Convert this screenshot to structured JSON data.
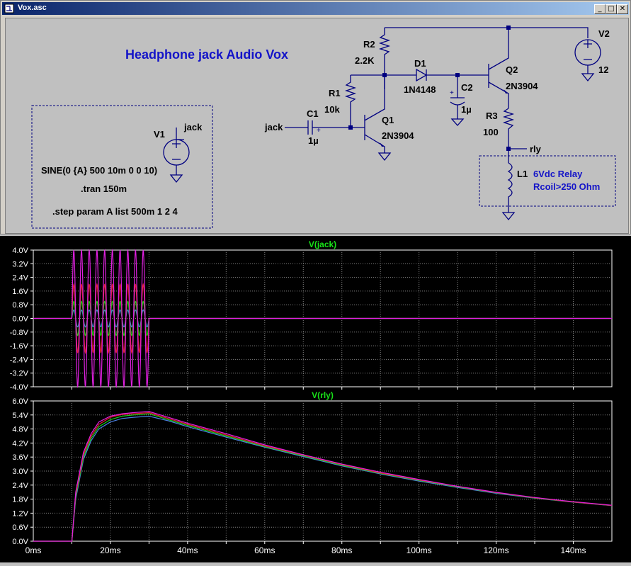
{
  "window": {
    "title": "Vox.asc",
    "minimize": "_",
    "restore": "□",
    "close": "✕"
  },
  "schematic": {
    "heading": "Headphone jack Audio Vox",
    "sim_box": {
      "source_ref": "V1",
      "source_net": "jack",
      "sine": "SINE(0 {A} 500 10m 0 0 10)",
      "tran": ".tran 150m",
      "step": ".step param A list 500m 1 2 4"
    },
    "components": {
      "r2": {
        "ref": "R2",
        "value": "2.2K"
      },
      "r1": {
        "ref": "R1",
        "value": "10k"
      },
      "c1": {
        "ref": "C1",
        "value": "1µ"
      },
      "q1": {
        "ref": "Q1",
        "value": "2N3904"
      },
      "d1": {
        "ref": "D1",
        "value": "1N4148"
      },
      "c2": {
        "ref": "C2",
        "value": "1µ"
      },
      "q2": {
        "ref": "Q2",
        "value": "2N3904"
      },
      "r3": {
        "ref": "R3",
        "value": "100"
      },
      "v2": {
        "ref": "V2",
        "value": "12"
      },
      "l1": {
        "ref": "L1",
        "note1": "6Vdc Relay",
        "note2": "Rcoil>250 Ohm"
      }
    },
    "net_labels": {
      "jack": "jack",
      "rly": "rly"
    }
  },
  "colors": {
    "series": [
      "#4a7fe0",
      "#18d018",
      "#e02030",
      "#e020e0"
    ],
    "trace_title": "#18e018",
    "schematic_wire": "#000080",
    "component": "#000080"
  },
  "chart_data": [
    {
      "type": "line",
      "title": "V(jack)",
      "ylim": [
        -4.0,
        4.0
      ],
      "y_ticks": [
        "4.0V",
        "3.2V",
        "2.4V",
        "1.6V",
        "0.8V",
        "0.0V",
        "-0.8V",
        "-1.6V",
        "-2.4V",
        "-3.2V",
        "-4.0V"
      ],
      "xlim_ms": [
        0,
        150
      ],
      "grid": true,
      "signal": {
        "start_ms": 10,
        "stop_ms": 30,
        "freq_hz": 500
      },
      "series": [
        {
          "amplitude": 0.5
        },
        {
          "amplitude": 1
        },
        {
          "amplitude": 2
        },
        {
          "amplitude": 4
        }
      ]
    },
    {
      "type": "line",
      "title": "V(rly)",
      "ylim": [
        0.0,
        6.0
      ],
      "y_ticks": [
        "6.0V",
        "5.4V",
        "4.8V",
        "4.2V",
        "3.6V",
        "3.0V",
        "2.4V",
        "1.8V",
        "1.2V",
        "0.6V",
        "0.0V"
      ],
      "x_ticks": [
        "0ms",
        "20ms",
        "40ms",
        "60ms",
        "80ms",
        "100ms",
        "120ms",
        "140ms"
      ],
      "xlim_ms": [
        0,
        150
      ],
      "grid": true,
      "series": [
        {
          "x_ms": [
            0,
            10,
            11,
            13,
            15,
            17,
            20,
            23,
            26,
            30,
            35,
            40,
            50,
            60,
            70,
            80,
            90,
            100,
            110,
            120,
            130,
            140,
            150
          ],
          "values": [
            0,
            0,
            1.8,
            3.5,
            4.3,
            4.8,
            5.1,
            5.25,
            5.3,
            5.35,
            5.15,
            4.9,
            4.45,
            4.02,
            3.62,
            3.22,
            2.88,
            2.57,
            2.3,
            2.05,
            1.84,
            1.67,
            1.52
          ]
        },
        {
          "x_ms": [
            0,
            10,
            11,
            13,
            15,
            17,
            20,
            23,
            26,
            30,
            35,
            40,
            50,
            60,
            70,
            80,
            90,
            100,
            110,
            120,
            130,
            140,
            150
          ],
          "values": [
            0,
            0,
            1.9,
            3.6,
            4.4,
            4.9,
            5.2,
            5.35,
            5.4,
            5.45,
            5.2,
            4.95,
            4.5,
            4.05,
            3.65,
            3.25,
            2.9,
            2.6,
            2.32,
            2.07,
            1.85,
            1.68,
            1.53
          ]
        },
        {
          "x_ms": [
            0,
            10,
            11,
            13,
            15,
            17,
            20,
            23,
            26,
            30,
            35,
            40,
            50,
            60,
            70,
            80,
            90,
            100,
            110,
            120,
            130,
            140,
            150
          ],
          "values": [
            0,
            0,
            2.0,
            3.7,
            4.5,
            5.0,
            5.3,
            5.42,
            5.45,
            5.5,
            5.25,
            5.0,
            4.55,
            4.08,
            3.68,
            3.28,
            2.92,
            2.62,
            2.34,
            2.08,
            1.86,
            1.68,
            1.53
          ]
        },
        {
          "x_ms": [
            0,
            10,
            11,
            13,
            15,
            17,
            20,
            23,
            26,
            30,
            35,
            40,
            50,
            60,
            70,
            80,
            90,
            100,
            110,
            120,
            130,
            140,
            150
          ],
          "values": [
            0,
            0,
            2.1,
            3.8,
            4.6,
            5.1,
            5.35,
            5.45,
            5.5,
            5.55,
            5.3,
            5.05,
            4.6,
            4.12,
            3.7,
            3.3,
            2.95,
            2.64,
            2.35,
            2.09,
            1.87,
            1.69,
            1.54
          ]
        }
      ]
    }
  ]
}
